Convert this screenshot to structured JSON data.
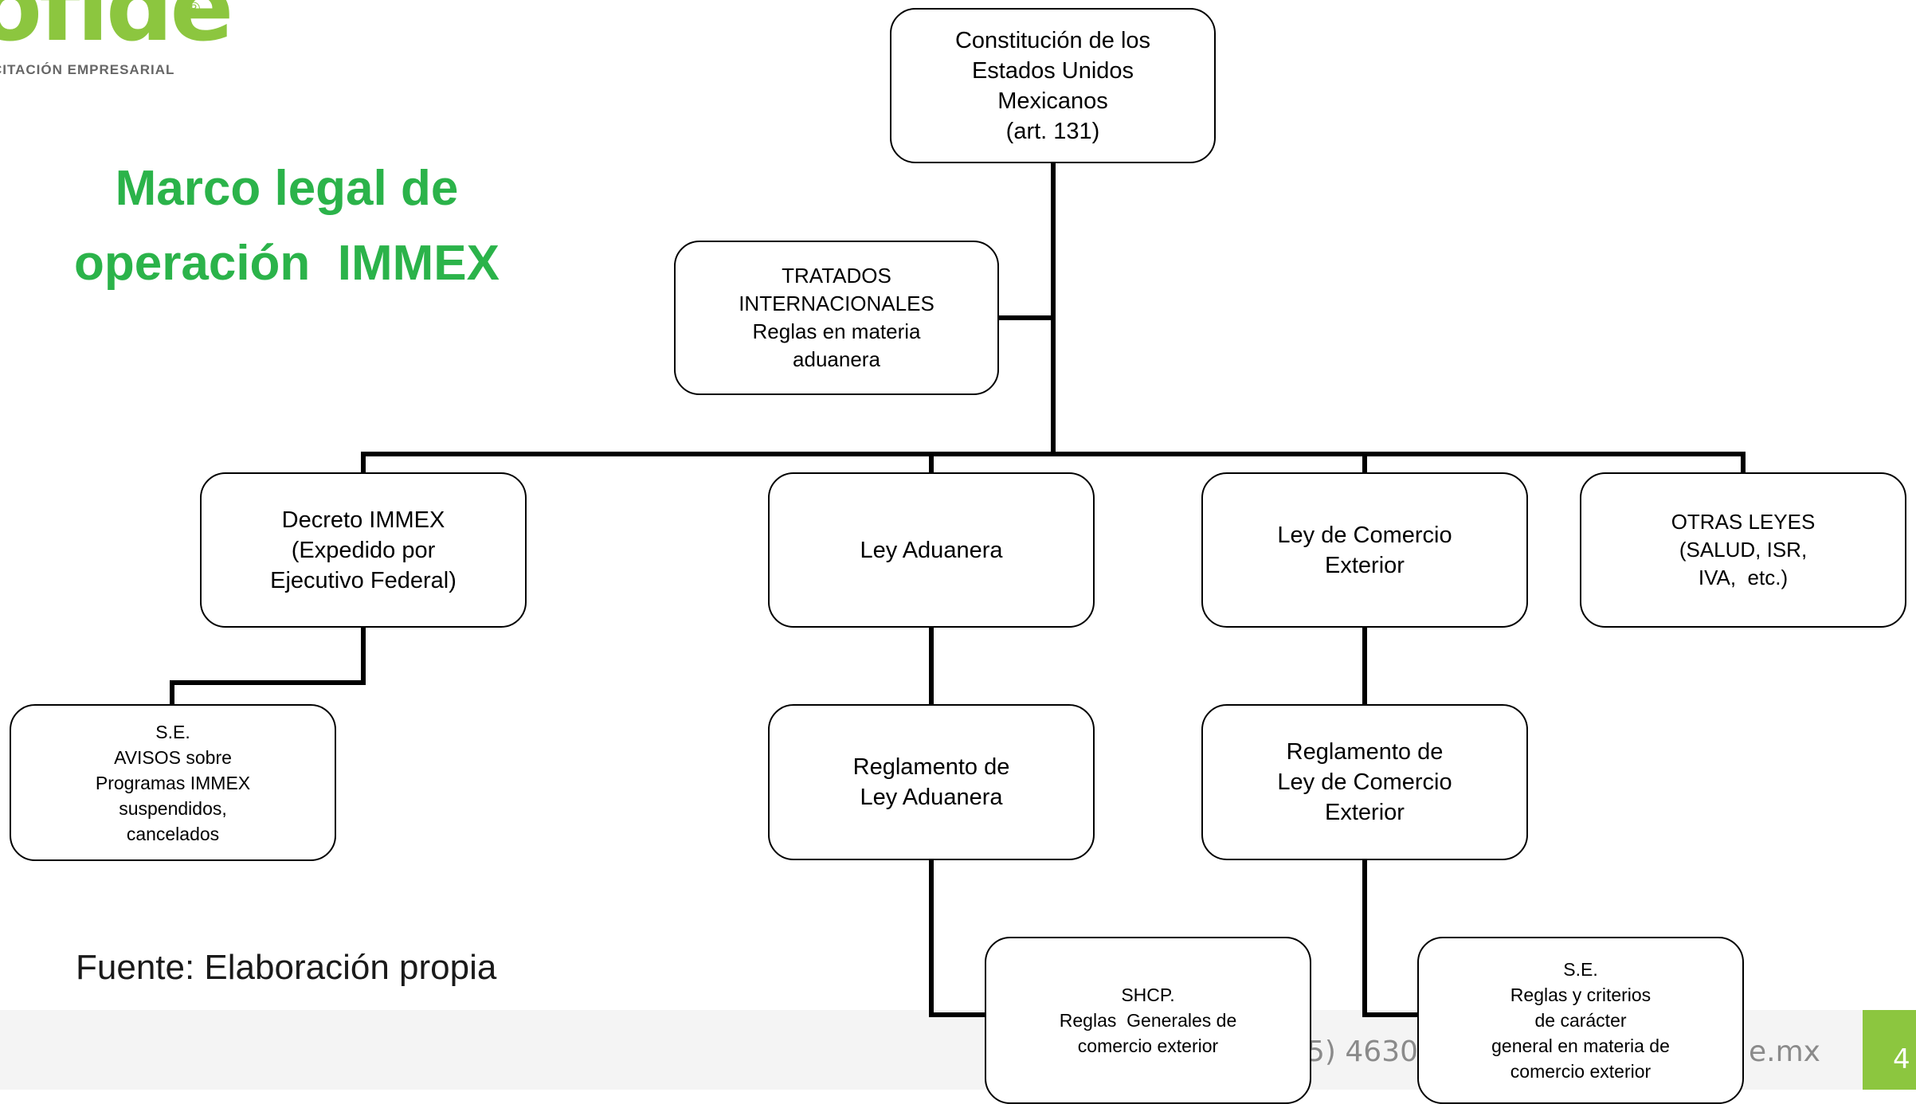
{
  "logo": {
    "wordmark": "ofide",
    "reg_mark": "®",
    "tagline": "CITACIÓN EMPRESARIAL"
  },
  "title": {
    "line1": "Marco legal de",
    "line2": "operación  IMMEX"
  },
  "source": "Fuente: Elaboración propia",
  "footer": {
    "contact_left": "5) 4630",
    "contact_right": "e.mx",
    "page_number": "4"
  },
  "colors": {
    "accent_green": "#2bb34a",
    "brand_green": "#8cc63f",
    "line": "#000000"
  },
  "diagram": {
    "constitucion": [
      "Constitución de los",
      "Estados Unidos",
      "Mexicanos",
      "(art. 131)"
    ],
    "tratados": [
      "TRATADOS",
      "INTERNACIONALES",
      "Reglas en materia",
      "aduanera"
    ],
    "decreto": [
      "Decreto IMMEX",
      "(Expedido por",
      "Ejecutivo Federal)"
    ],
    "ley_aduanera": [
      "Ley Aduanera"
    ],
    "ley_comercio": [
      "Ley de Comercio",
      "Exterior"
    ],
    "otras_leyes": [
      "OTRAS LEYES",
      "(SALUD, ISR,",
      "IVA,  etc.)"
    ],
    "se_avisos": [
      "S.E.",
      "AVISOS sobre",
      "Programas IMMEX",
      "suspendidos,",
      "cancelados"
    ],
    "reglamento_aduanera": [
      "Reglamento de",
      "Ley Aduanera"
    ],
    "reglamento_comercio": [
      "Reglamento de",
      "Ley de Comercio",
      "Exterior"
    ],
    "shcp": [
      "SHCP.",
      "Reglas  Generales de",
      "comercio exterior"
    ],
    "se_reglas": [
      "S.E.",
      "Reglas y criterios",
      "de carácter",
      "general en materia de",
      "comercio exterior"
    ]
  }
}
